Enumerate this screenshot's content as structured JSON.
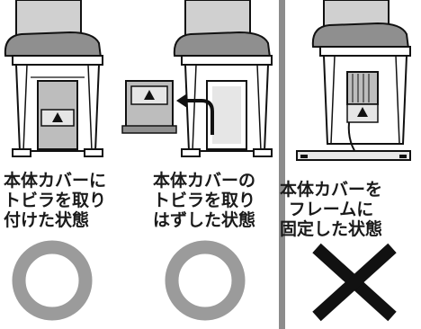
{
  "panels": [
    {
      "caption_lines": [
        "本体カバーに",
        "トビラを取り",
        "付けた状態"
      ],
      "verdict": "circle",
      "verdict_label": "OK"
    },
    {
      "caption_lines": [
        "本体カバーの",
        "トビラを取り",
        "はずした状態"
      ],
      "verdict": "circle",
      "verdict_label": "OK"
    },
    {
      "caption_lines": [
        "本体カバーを",
        "フレームに",
        "固定した状態"
      ],
      "verdict": "cross",
      "verdict_label": "NG"
    }
  ],
  "colors": {
    "shoe": "#8f8f8f",
    "leg": "#d0d0d0",
    "stand_fill": "#ffffff",
    "cover_fill": "#bdbdbd",
    "circle": "#9b9b9b",
    "cross": "#111111",
    "divider": "#8c8c8c",
    "outline": "#111111"
  },
  "icons": [
    "warning-triangle-icon",
    "arrow-curved-icon",
    "circle-ok-icon",
    "cross-ng-icon"
  ]
}
